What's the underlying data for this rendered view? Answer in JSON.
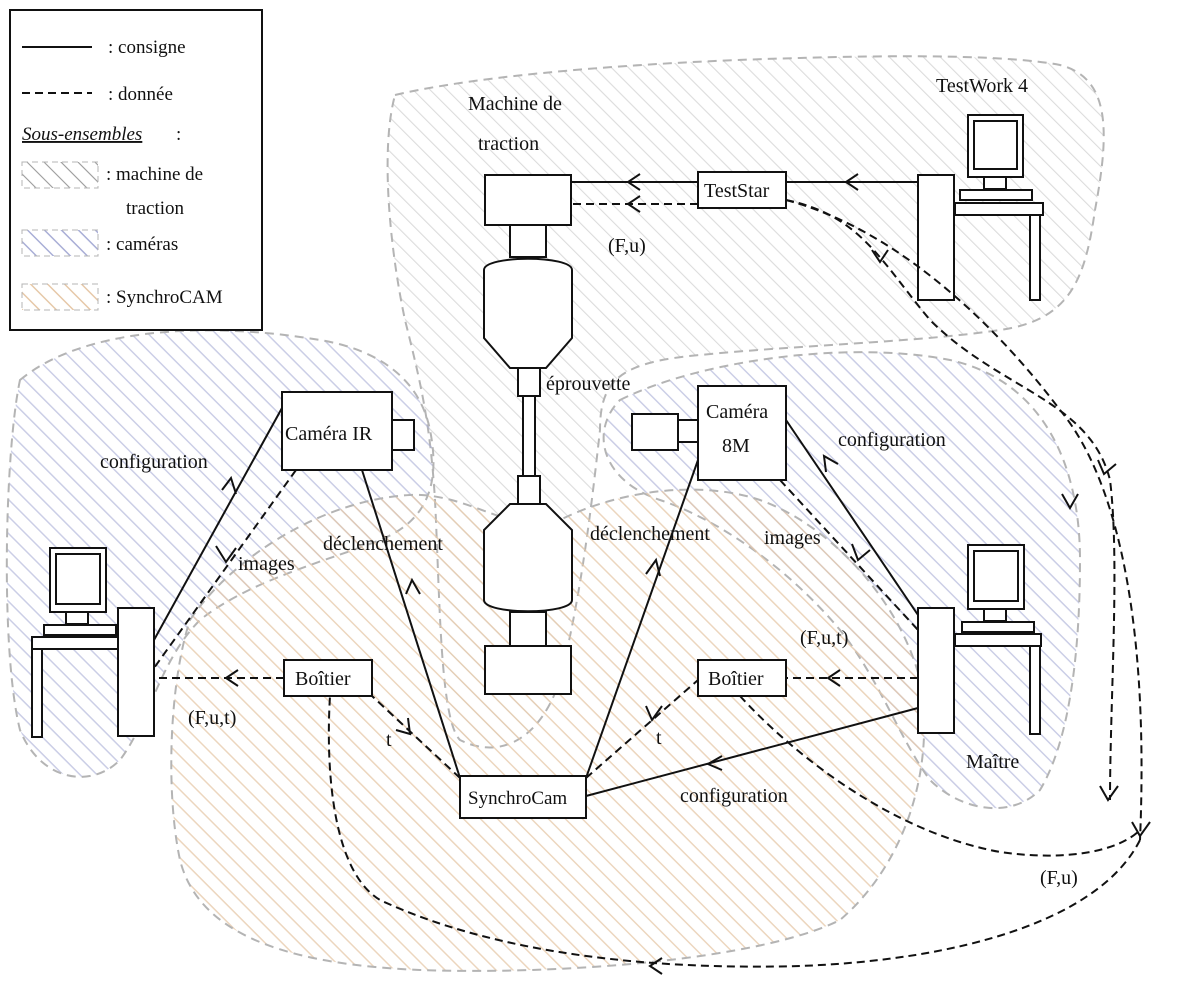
{
  "legend": {
    "consigne": ": consigne",
    "donnee": ": donnée",
    "sous_ensembles": "Sous-ensembles",
    "sous_ensembles_colon": " :",
    "machine_line1": ": machine de",
    "machine_line2": "traction",
    "cameras": ": caméras",
    "synchrocam": ": SynchroCAM"
  },
  "nodes": {
    "machine_title_line1": "Machine de",
    "machine_title_line2": "traction",
    "testwork": "TestWork 4",
    "teststar": "TestStar",
    "eprouvette": "éprouvette",
    "camera_ir": "Caméra IR",
    "camera_8m_line1": "Caméra",
    "camera_8m_line2": "8M",
    "boitier_left": "Boîtier",
    "boitier_right": "Boîtier",
    "synchrocam": "SynchroCam",
    "maitre": "Maître"
  },
  "edges": {
    "fu_top": "(F,u)",
    "config_left": "configuration",
    "images_left": "images",
    "declenchement_left": "déclenchement",
    "declenchement_right": "déclenchement",
    "config_right": "configuration",
    "images_right": "images",
    "fut_left": "(F,u,t)",
    "fut_right": "(F,u,t)",
    "t_left": "t",
    "t_right": "t",
    "config_bottom": "configuration",
    "fu_bottom": "(F,u)"
  },
  "colors": {
    "machine_hatch": "#9a9a9a",
    "camera_hatch": "#a9aed6",
    "synchro_hatch": "#e6c8a8",
    "region_border": "#b4b4b4",
    "ink": "#111111"
  }
}
